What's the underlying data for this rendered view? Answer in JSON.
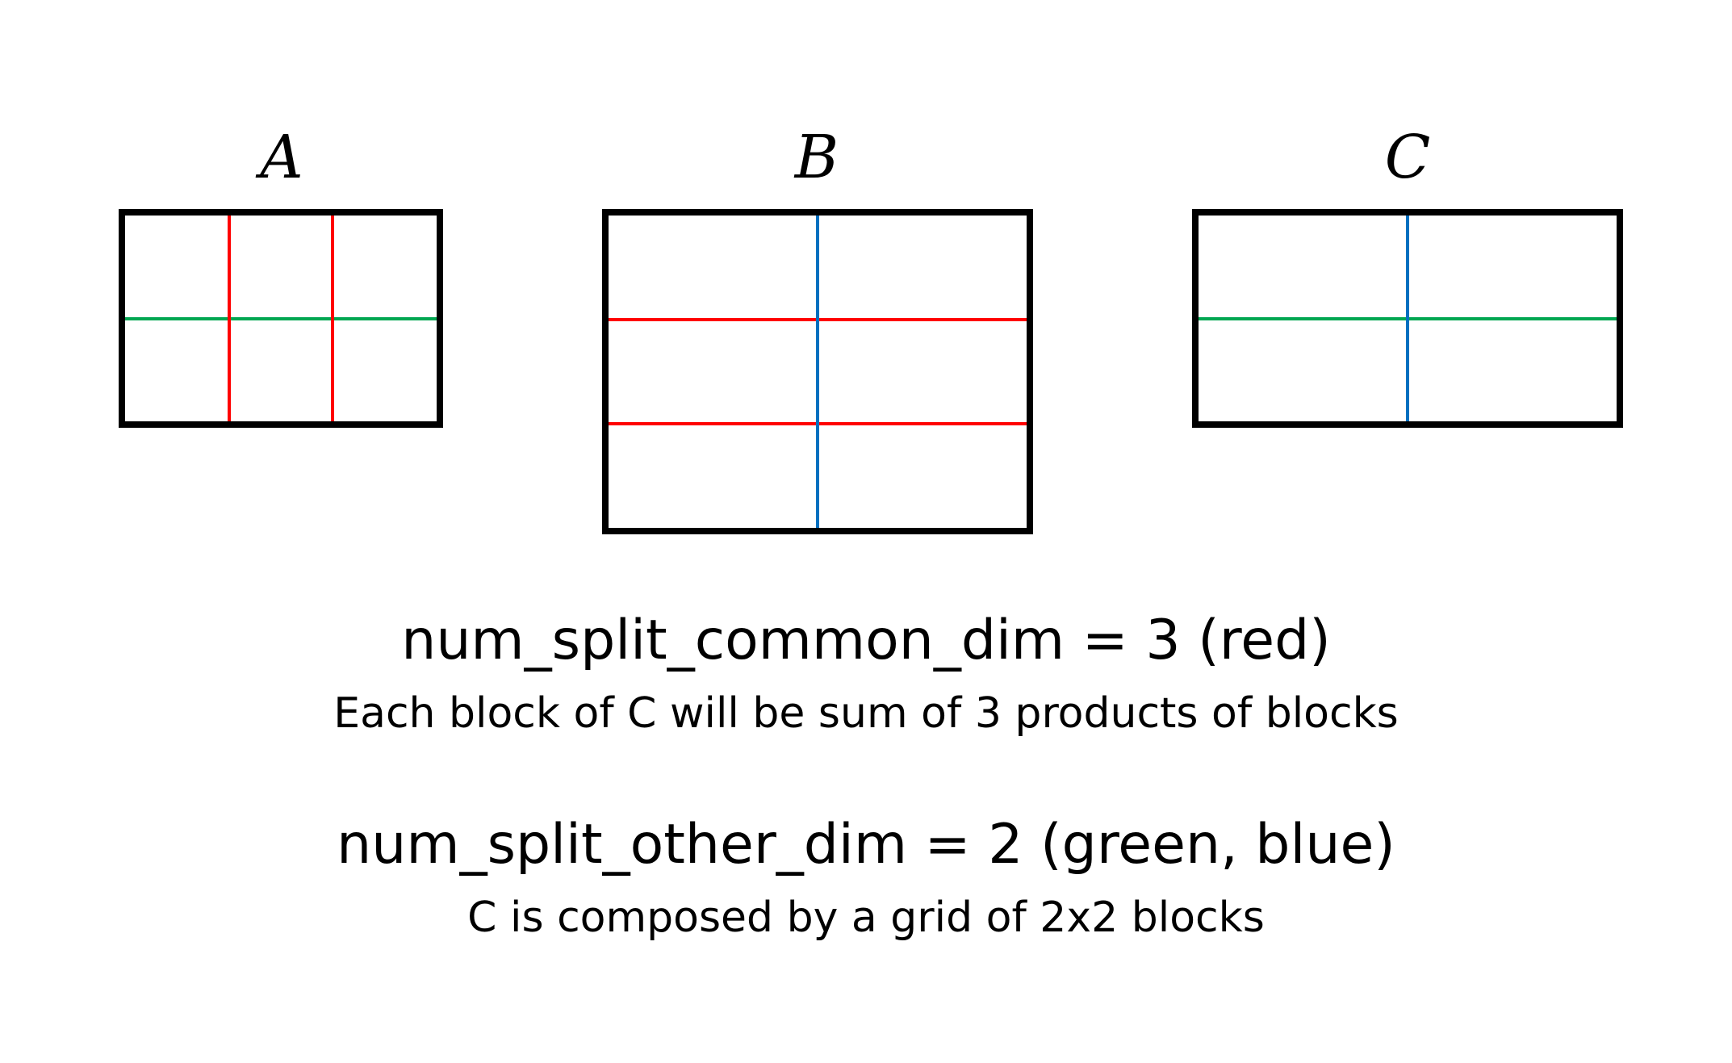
{
  "matrices": {
    "a": {
      "label": "A"
    },
    "b": {
      "label": "B"
    },
    "c": {
      "label": "C"
    }
  },
  "colors": {
    "outline": "#000000",
    "common_split": "#ff0000",
    "other_split_rows": "#00a651",
    "other_split_cols": "#0070c0"
  },
  "captions": {
    "common_heading": "num_split_common_dim = 3 (red)",
    "common_desc": "Each block of C will be sum of 3 products of blocks",
    "other_heading": "num_split_other_dim = 2 (green, blue)",
    "other_desc": "C is composed by a grid of 2x2 blocks"
  }
}
